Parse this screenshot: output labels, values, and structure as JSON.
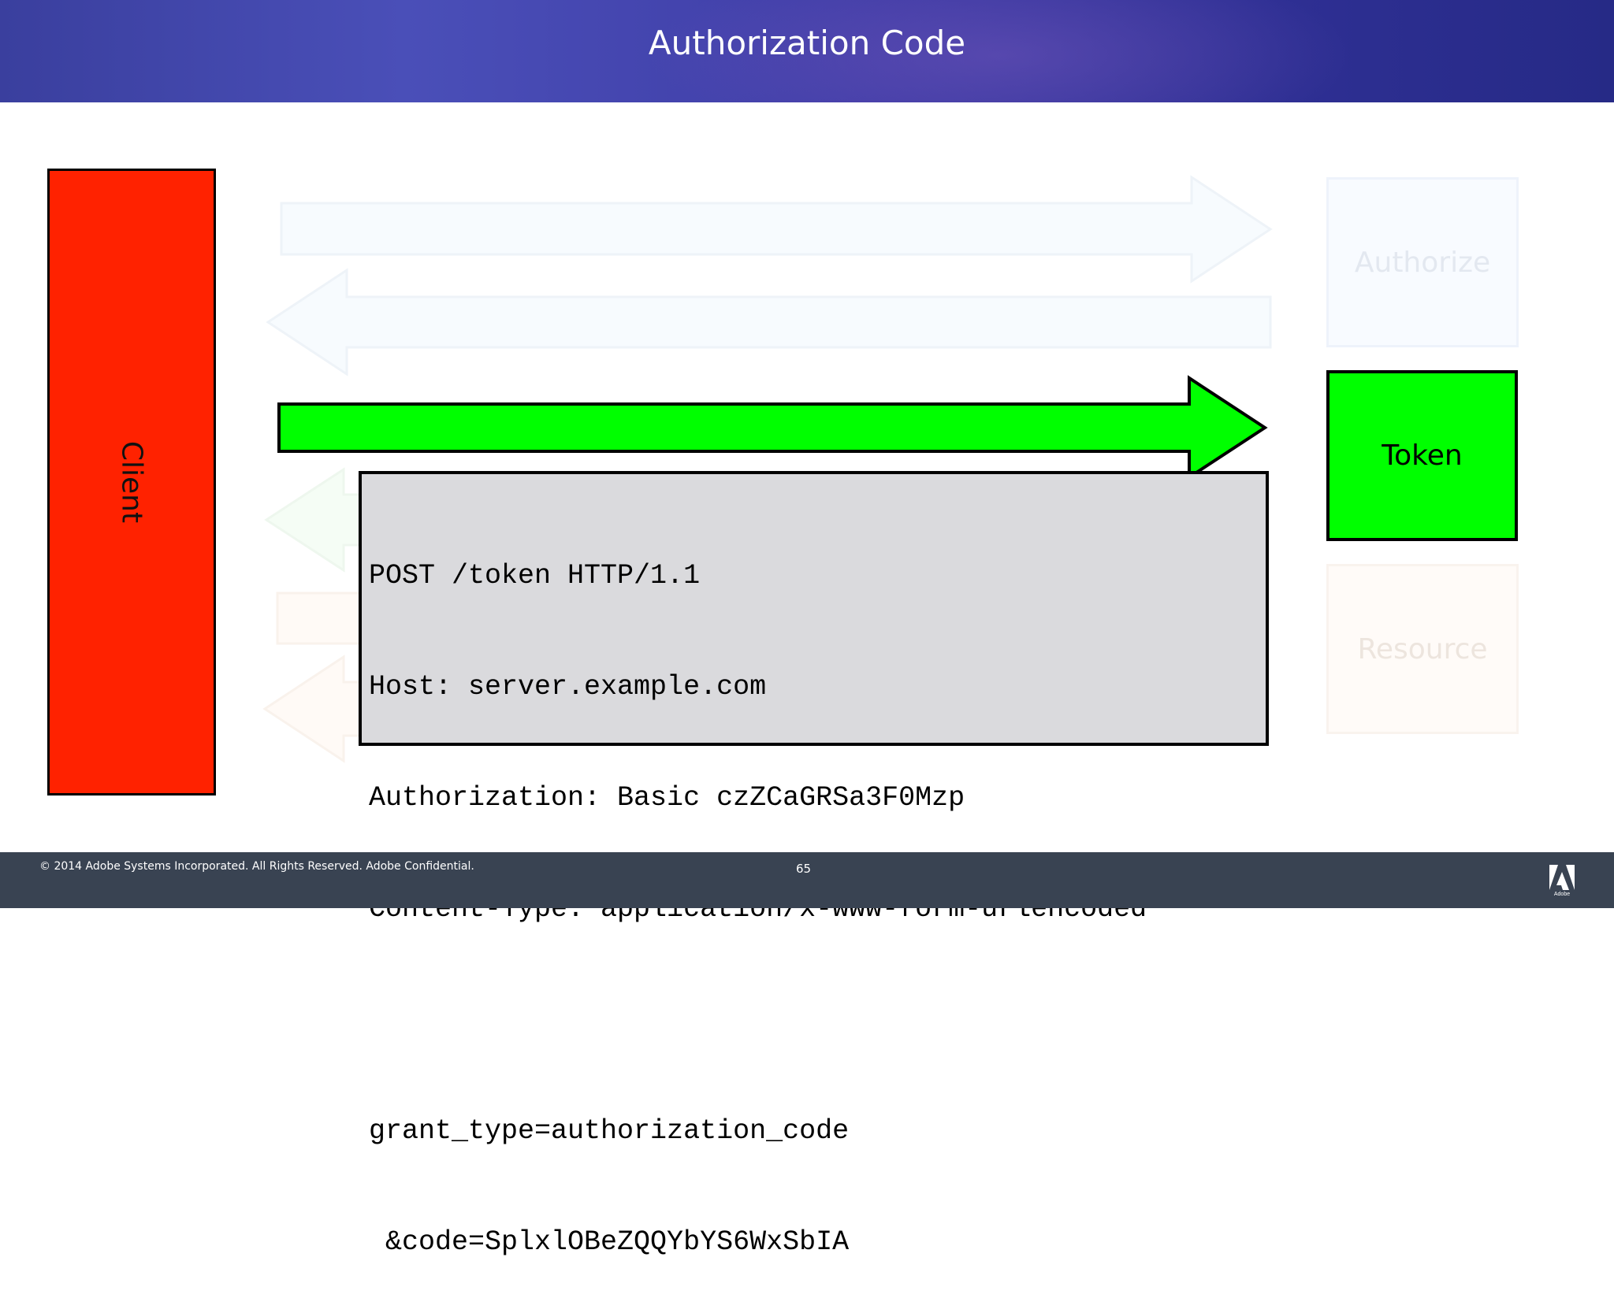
{
  "header": {
    "title": "Authorization Code"
  },
  "client": {
    "label": "Client"
  },
  "servers": {
    "authorize": "Authorize",
    "token": "Token",
    "resource": "Resource"
  },
  "request": {
    "lines": [
      "POST /token HTTP/1.1",
      "Host: server.example.com",
      "Authorization: Basic czZCaGRSa3F0Mzp",
      "Content-Type: application/x-www-form-urlencoded",
      "",
      "grant_type=authorization_code",
      " &code=SplxlOBeZQQYbYS6WxSbIA"
    ]
  },
  "footer": {
    "copyright": "© 2014 Adobe Systems Incorporated.  All Rights Reserved.  Adobe Confidential.",
    "page_number": "65",
    "logo_text": "Adobe"
  },
  "colors": {
    "client": "#ff2200",
    "token": "#00ff00",
    "header": "#3a3f9e",
    "footer": "#394352",
    "codebox": "#dadadd"
  }
}
